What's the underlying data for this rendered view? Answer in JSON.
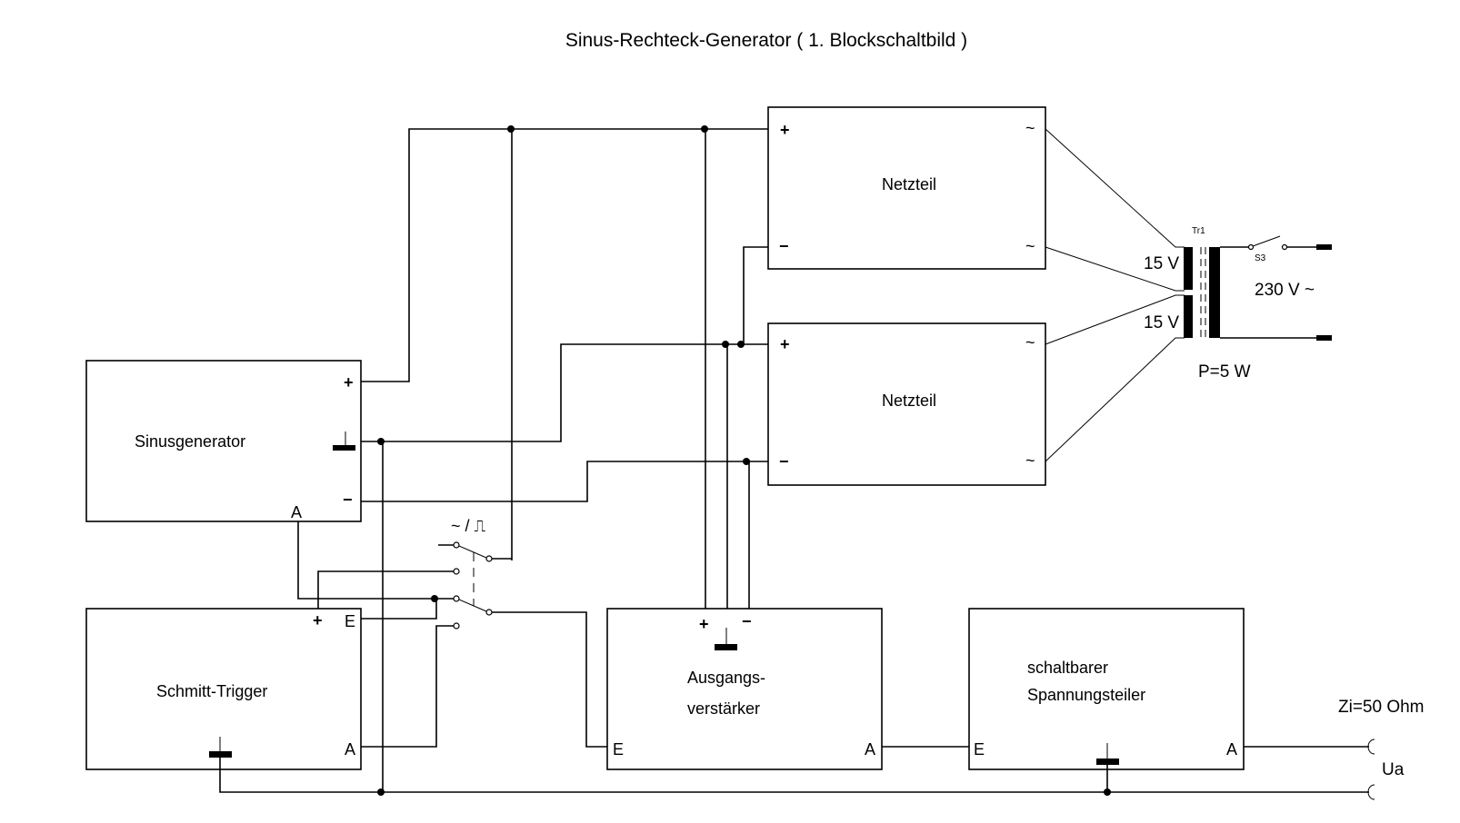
{
  "title": "Sinus-Rechteck-Generator ( 1. Blockschaltbild )",
  "blocks": {
    "netzteil_top": {
      "label": "Netzteil",
      "pins": {
        "plus": "+",
        "minus": "−",
        "ac1": "~",
        "ac2": "~"
      }
    },
    "netzteil_bottom": {
      "label": "Netzteil",
      "pins": {
        "plus": "+",
        "minus": "−",
        "ac1": "~",
        "ac2": "~"
      }
    },
    "sinusgenerator": {
      "label": "Sinusgenerator",
      "pins": {
        "plus": "+",
        "minus": "−",
        "out": "A"
      }
    },
    "schmitt_trigger": {
      "label": "Schmitt-Trigger",
      "pins": {
        "plus": "+",
        "in": "E",
        "out": "A"
      }
    },
    "ausgangsverstaerker": {
      "label_line1": "Ausgangs-",
      "label_line2": "verstärker",
      "pins": {
        "plus": "+",
        "minus": "−",
        "in": "E",
        "out": "A"
      }
    },
    "spannungsteiler": {
      "label_line1": "schaltbarer",
      "label_line2": "Spannungsteiler",
      "pins": {
        "in": "E",
        "out": "A"
      }
    }
  },
  "transformer": {
    "name": "Tr1",
    "secondary_top": "15 V",
    "secondary_bottom": "15 V",
    "primary": "230 V ~",
    "power": "P=5 W",
    "switch": "S3"
  },
  "switch_selector": {
    "label": "~ / ⎍"
  },
  "output": {
    "impedance": "Zi=50 Ohm",
    "voltage": "Ua"
  }
}
